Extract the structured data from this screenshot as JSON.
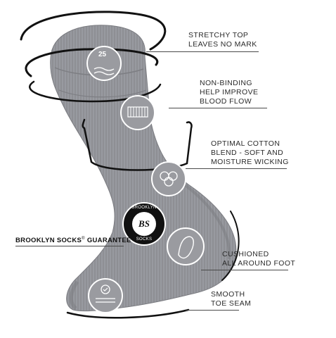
{
  "features": [
    {
      "id": "stretchy-top",
      "lines": [
        "STRETCHY TOP",
        "LEAVES NO MARK"
      ]
    },
    {
      "id": "non-binding",
      "lines": [
        "NON-BINDING",
        "HELP IMPROVE",
        "BLOOD FLOW"
      ]
    },
    {
      "id": "cotton-blend",
      "lines": [
        "OPTIMAL COTTON",
        "BLEND - SOFT AND",
        "MOISTURE WICKING"
      ]
    },
    {
      "id": "cushioned",
      "lines": [
        "CUSHIONED",
        "ALL AROUND FOOT"
      ]
    },
    {
      "id": "toe-seam",
      "lines": [
        "SMOOTH",
        "TOE SEAM"
      ]
    }
  ],
  "guarantee": {
    "brand": "BROOKLYN SOCKS",
    "mark": "®",
    "label": "GUARANTEE"
  },
  "badge": {
    "top_text": "BROOKLYN",
    "bottom_text": "SOCKS",
    "monogram": "BS"
  },
  "icon_labels": {
    "size_number": "25"
  },
  "colors": {
    "sock": "#8e8f94",
    "sock_dark": "#7a7b80",
    "ink": "#111111",
    "text": "#2b2b2b",
    "background": "#ffffff"
  },
  "icons": [
    "stretch-fabric-icon",
    "weave-icon",
    "cotton-flower-icon",
    "cushion-foot-icon",
    "smooth-seam-icon"
  ]
}
